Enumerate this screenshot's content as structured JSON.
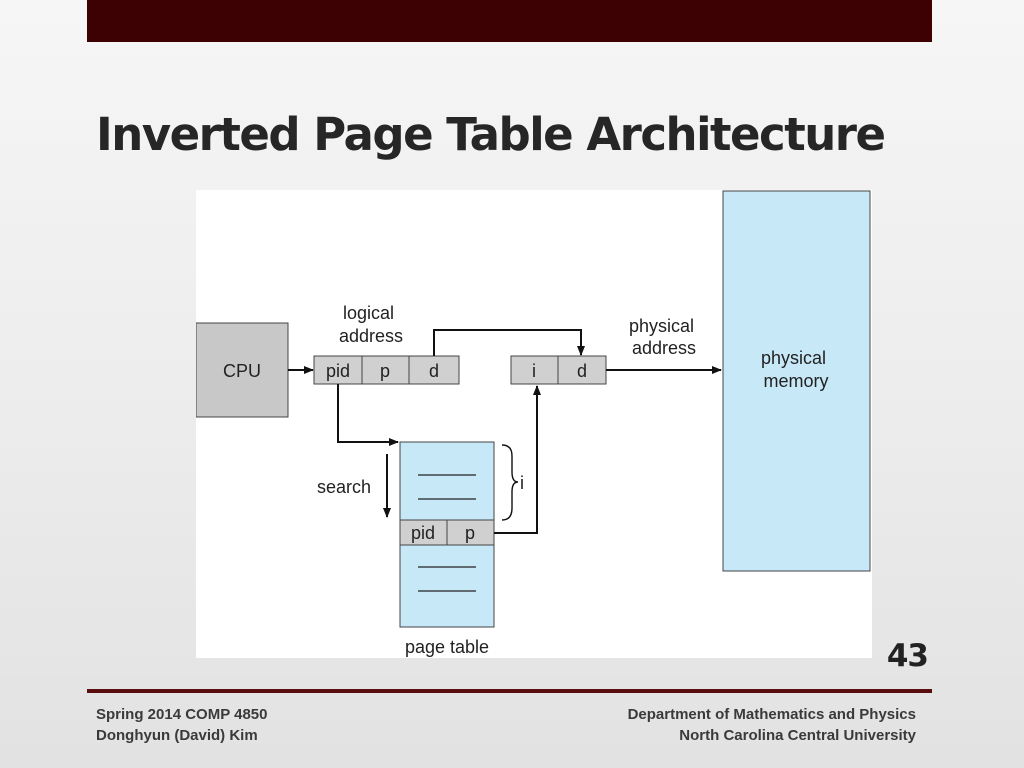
{
  "slide": {
    "title": "Inverted Page Table Architecture",
    "number": "43"
  },
  "footer": {
    "left_line1": "Spring 2014 COMP 4850",
    "left_line2": "Donghyun (David) Kim",
    "right_line1": "Department of Mathematics and Physics",
    "right_line2": "North Carolina Central University"
  },
  "diagram": {
    "cpu_label": "CPU",
    "logical_address_label": [
      "logical",
      "address"
    ],
    "logical_fields": [
      "pid",
      "p",
      "d"
    ],
    "physical_fields": [
      "i",
      "d"
    ],
    "physical_address_label": [
      "physical",
      "address"
    ],
    "physical_memory_label": [
      "physical",
      "memory"
    ],
    "search_label": "search",
    "index_label": "i",
    "page_table_entry": [
      "pid",
      "p"
    ],
    "page_table_label": "page table",
    "colors": {
      "cpu_fill": "#c8c8c8",
      "field_fill": "#d0d0d0",
      "table_fill": "#c7e8f7",
      "memory_fill": "#c7e8f7",
      "top_bar": "#3d0003",
      "rule": "#5a0d0f"
    }
  }
}
